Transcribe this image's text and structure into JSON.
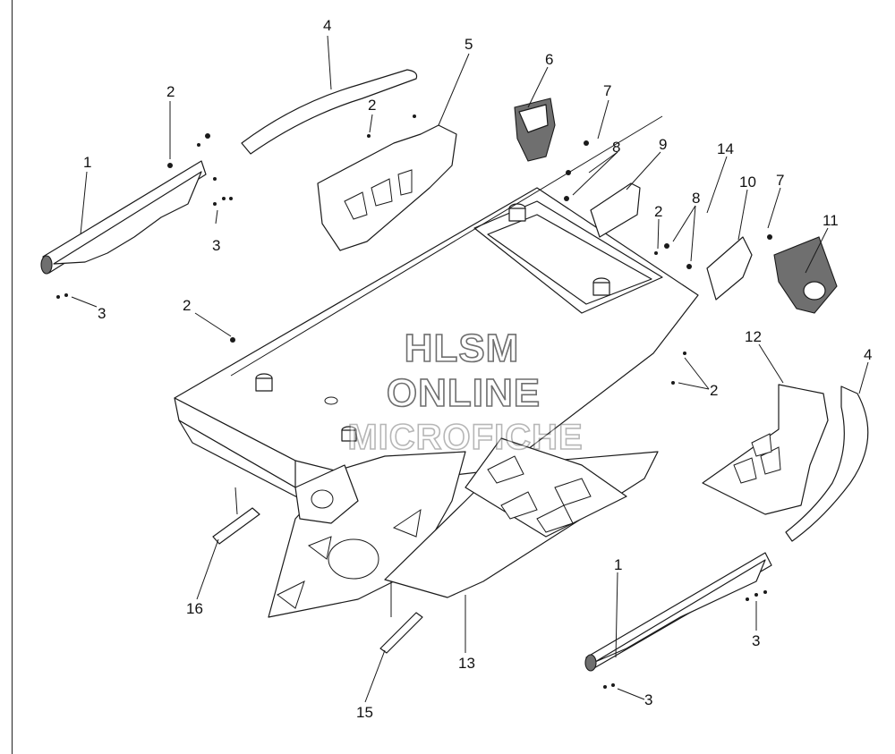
{
  "watermark": {
    "line1": "HLSM",
    "line2": "ONLINE",
    "line3": "MICROFICHE"
  },
  "callouts": {
    "c1a": "1",
    "c1b": "1",
    "c2a": "2",
    "c2b": "2",
    "c2c": "2",
    "c2d": "2",
    "c2e": "2",
    "c3a": "3",
    "c3b": "3",
    "c3c": "3",
    "c3d": "3",
    "c4a": "4",
    "c4b": "4",
    "c5": "5",
    "c6": "6",
    "c7a": "7",
    "c7b": "7",
    "c8a": "8",
    "c8b": "8",
    "c9": "9",
    "c10": "10",
    "c11": "11",
    "c12": "12",
    "c13": "13",
    "c14": "14",
    "c15": "15",
    "c16": "16"
  }
}
